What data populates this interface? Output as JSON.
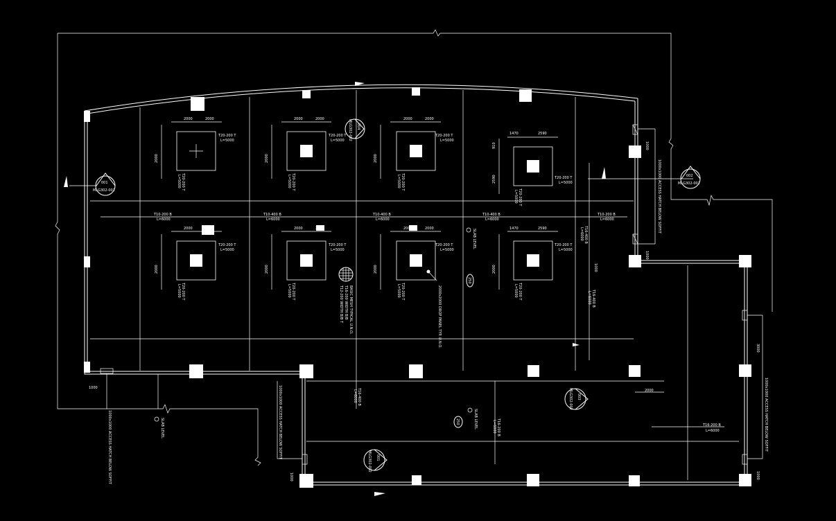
{
  "drawing": {
    "colors": {
      "background": "#000000",
      "linework": "#ffffff"
    },
    "section_markers": [
      {
        "id": "001",
        "ref": "MLG302-002"
      },
      {
        "id": "002",
        "ref": "MLG302-002"
      },
      {
        "id": "003",
        "ref": "MLG302-002"
      },
      {
        "id": "004",
        "ref": "MLG302-002"
      }
    ],
    "upper_footings": [
      {
        "dim_a": "2000",
        "dim_b": "2000",
        "rebar_top": "T20-200 T",
        "len_top": "L=5000",
        "rebar_side": "T20-200 T",
        "len_side": "L=5000"
      },
      {
        "dim_a": "2000",
        "dim_b": "2000",
        "rebar_top": "T20-200 T",
        "len_top": "L=5000",
        "rebar_side": "T20-200 T",
        "len_side": "L=5000"
      },
      {
        "dim_a": "2000",
        "dim_b": "2000",
        "rebar_top": "T20-200 T",
        "len_top": "L=5000",
        "rebar_side": "T20-200 T",
        "len_side": "L=5000"
      },
      {
        "dim_a": "1470",
        "dim_b": "2590",
        "rebar_top": "T20-200 T",
        "len_top": "L=5000",
        "rebar_side": "T20-200 T",
        "len_side": "L=5000"
      }
    ],
    "lower_footings": [
      {
        "dim_a": "2000",
        "dim_b": "2000",
        "rebar_top": "T20-200 T",
        "len_top": "L=5000",
        "rebar_side": "T20-200 T",
        "len_side": "L=5000"
      },
      {
        "dim_a": "2000",
        "dim_b": "2000",
        "rebar_top": "T20-200 T",
        "len_top": "L=5000",
        "rebar_side": "T20-200 T",
        "len_side": "L=5000"
      },
      {
        "dim_a": "2000",
        "dim_b": "2000",
        "rebar_top": "T20-200 T",
        "len_top": "L=5000",
        "rebar_side": "T20-200 T",
        "len_side": "L=5000"
      },
      {
        "dim_a": "1470",
        "dim_b": "2590",
        "rebar_top": "T20-200 T",
        "len_top": "L=5000",
        "rebar_side": "T20-200 T",
        "len_side": "L=5000"
      }
    ],
    "mid_bars": [
      {
        "label": "T10-200 B",
        "length": "L=6000"
      },
      {
        "label": "T10-400 B",
        "length": "L=6000"
      },
      {
        "label": "T10-400 B",
        "length": "L=6000"
      },
      {
        "label": "T10-400 B",
        "length": "L=6000"
      },
      {
        "label": "T10-200 B",
        "length": "L=6000"
      }
    ],
    "side_dims": {
      "upper": "2000",
      "lower": "2000",
      "pad_side": "910",
      "pad_lower": "2590",
      "edge": "1000"
    },
    "notes": {
      "mesh_title": "BASIC MESH TYPICAL U.N.O.",
      "mesh_top": "T16-200 WIDTH B/B",
      "mesh_bottom": "T12-200 WIDTH B/B T",
      "drop_panel": "2000x2000 DROP PANEL TYP. U.N.O.",
      "sofit_right": "1000x1000 ACCESS HATCH BELOW SOFFIT",
      "sofit_lower_left": "1000x1000 ACCESS HATCH BELOW SOFFIT",
      "sofit_bottom_left": "1000x1000 ACCESS HATCH BELOW SOFFIT",
      "level_upper": "SLAB LEVEL",
      "level_lower": "SLAB LEVEL",
      "level_left": "SLAB LEVEL",
      "tag_upper": "250",
      "tag_lower": "250",
      "bar_vert_a": "T16-400 B",
      "bar_vert_a_len": "L=6000",
      "bar_vert_b": "T16-400 B",
      "bar_vert_b_len": "L=6000",
      "bar_vert_c": "T16-400 B",
      "bar_vert_c_len": "L=6000",
      "bar_vert_d": "T16-200 B",
      "bar_vert_d_len": "L=6000",
      "bar_low_right": "T16-200 B",
      "bar_low_right_len": "L=6000",
      "dim_2000_low": "2000",
      "dim_1000_a": "1000",
      "dim_1000_b": "1000",
      "dim_1000_c": "1000",
      "dim_1000_d": "1000",
      "dim_1000_e": "1000",
      "dim_3000": "3000",
      "dim_1000_f": "1000"
    }
  }
}
